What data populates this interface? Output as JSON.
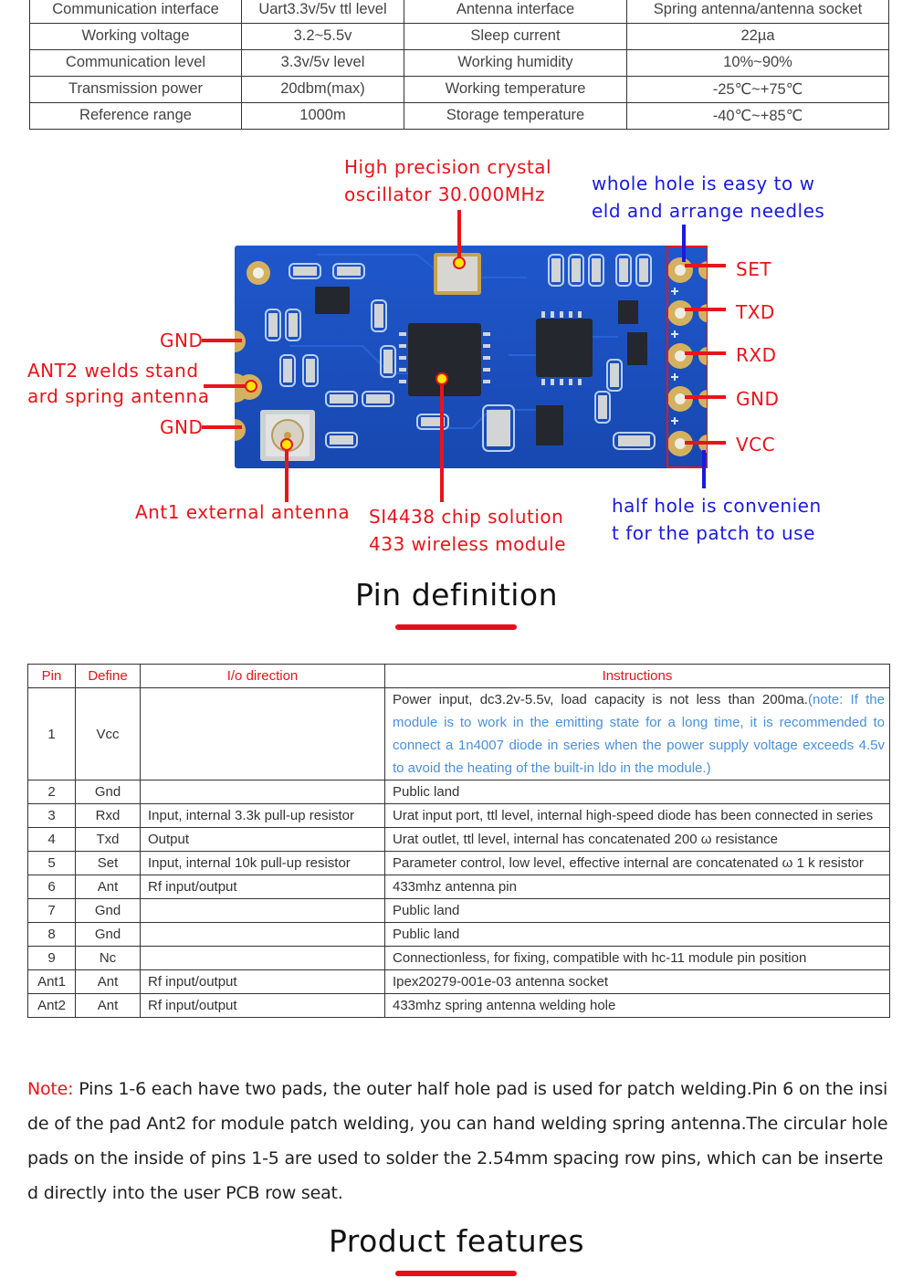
{
  "spec_table": {
    "rows": [
      [
        "Communication interface",
        "Uart3.3v/5v ttl level",
        "Antenna interface",
        "Spring antenna/antenna socket"
      ],
      [
        "Working voltage",
        "3.2~5.5v",
        "Sleep current",
        "22µa"
      ],
      [
        "Communication level",
        "3.3v/5v level",
        "Working humidity",
        "10%~90%"
      ],
      [
        "Transmission power",
        "20dbm(max)",
        "Working temperature",
        "-25℃~+75℃"
      ],
      [
        "Reference range",
        "1000m",
        "Storage temperature",
        "-40℃~+85℃"
      ]
    ]
  },
  "diagram": {
    "crystal_label_1": "High precision crystal",
    "crystal_label_2": "oscillator 30.000MHz",
    "whole_hole_1": "whole hole is easy to w",
    "whole_hole_2": "eld and arrange needles",
    "gnd_top": "GND",
    "ant2_1": "ANT2 welds stand",
    "ant2_2": "ard spring antenna",
    "gnd_bottom": "GND",
    "ant1": "Ant1 external antenna",
    "chip_1": "SI4438 chip solution",
    "chip_2": "433 wireless module",
    "half_hole_1": "half hole is convenien",
    "half_hole_2": "t for the patch to use",
    "pins": [
      "SET",
      "TXD",
      "RXD",
      "GND",
      "VCC"
    ],
    "colors": {
      "red": "#e8141b",
      "blue": "#1a1adf",
      "pcb": "#1c4fc0",
      "callout_dot": "#ffe600"
    }
  },
  "pin_section": {
    "title": "Pin definition",
    "headers": [
      "Pin",
      "Define",
      "I/o direction",
      "Instructions"
    ],
    "rows": [
      {
        "pin": "1",
        "define": "Vcc",
        "io": "",
        "instr": "Power input, dc3.2v-5.5v, load capacity is not less than 200ma.",
        "instr_note": "(note: If the module is to work in the emitting state for a long time, it is recommended to connect a 1n4007 diode in series when the power supply voltage exceeds 4.5v to avoid the heating of the built-in ldo in the module.)"
      },
      {
        "pin": "2",
        "define": "Gnd",
        "io": "",
        "instr": "Public land"
      },
      {
        "pin": "3",
        "define": "Rxd",
        "io": "Input, internal 3.3k pull-up resistor",
        "instr": "Urat input port, ttl level, internal high-speed diode has been connected in series"
      },
      {
        "pin": "4",
        "define": "Txd",
        "io": "Output",
        "instr": "Urat outlet, ttl level, internal has concatenated 200 ω resistance"
      },
      {
        "pin": "5",
        "define": "Set",
        "io": "Input, internal 10k pull-up resistor",
        "instr": "Parameter control, low level, effective internal are concatenated ω 1 k resistor",
        "highlight": true
      },
      {
        "pin": "6",
        "define": "Ant",
        "io": "Rf input/output",
        "instr": "433mhz antenna pin"
      },
      {
        "pin": "7",
        "define": "Gnd",
        "io": "",
        "instr": "Public land"
      },
      {
        "pin": "8",
        "define": "Gnd",
        "io": "",
        "instr": "Public land"
      },
      {
        "pin": "9",
        "define": "Nc",
        "io": "",
        "instr": "Connectionless, for fixing, compatible with hc-11 module pin position"
      },
      {
        "pin": "Ant1",
        "define": "Ant",
        "io": "Rf input/output",
        "instr": "Ipex20279-001e-03 antenna socket"
      },
      {
        "pin": "Ant2",
        "define": "Ant",
        "io": "Rf input/output",
        "instr": "433mhz spring antenna welding hole"
      }
    ]
  },
  "note": {
    "label": "Note:",
    "text": " Pins 1-6 each have two pads, the outer half hole pad is used for patch welding.Pin 6 on the inside of the pad Ant2 for module patch welding, you can hand welding spring antenna.The circular hole pads on the inside of pins 1-5 are used to solder the 2.54mm spacing row pins, which can be inserted directly into the user PCB row seat."
  },
  "features_section": {
    "title": "Product features"
  }
}
